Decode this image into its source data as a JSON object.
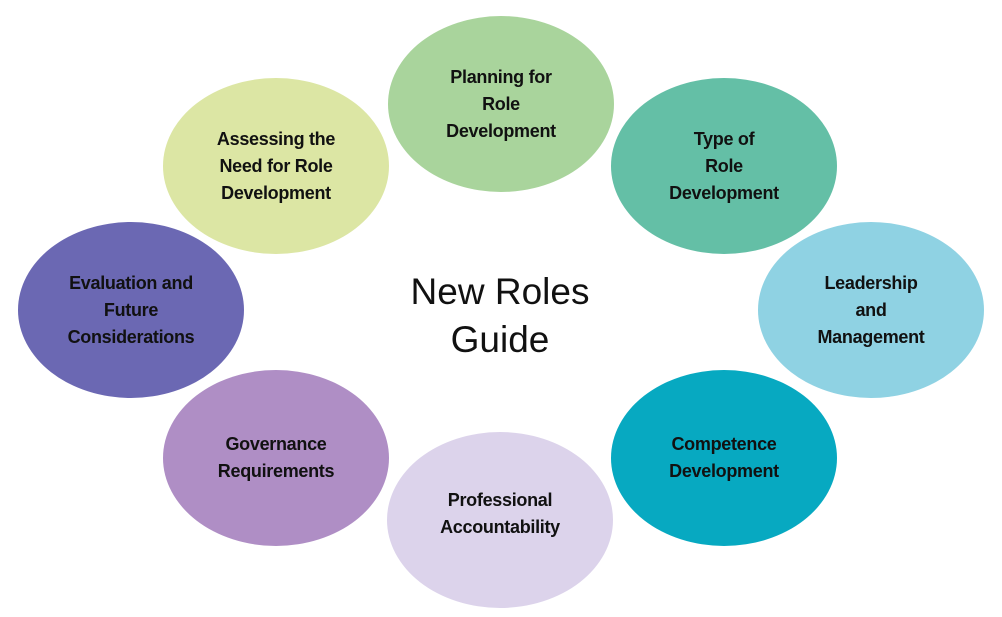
{
  "title": "New Roles\nGuide",
  "nodes": [
    {
      "label": "Planning for\nRole\nDevelopment",
      "color": "#a9d49c"
    },
    {
      "label": "Type of\nRole\nDevelopment",
      "color": "#64bfa6"
    },
    {
      "label": "Leadership\nand\nManagement",
      "color": "#8fd2e3"
    },
    {
      "label": "Competence\nDevelopment",
      "color": "#07a9c1"
    },
    {
      "label": "Professional\nAccountability",
      "color": "#dcd3eb"
    },
    {
      "label": "Governance\nRequirements",
      "color": "#af8ec5"
    },
    {
      "label": "Evaluation and\nFuture\nConsiderations",
      "color": "#6b68b3"
    },
    {
      "label": "Assessing the\nNeed for Role\nDevelopment",
      "color": "#dce6a4"
    }
  ]
}
